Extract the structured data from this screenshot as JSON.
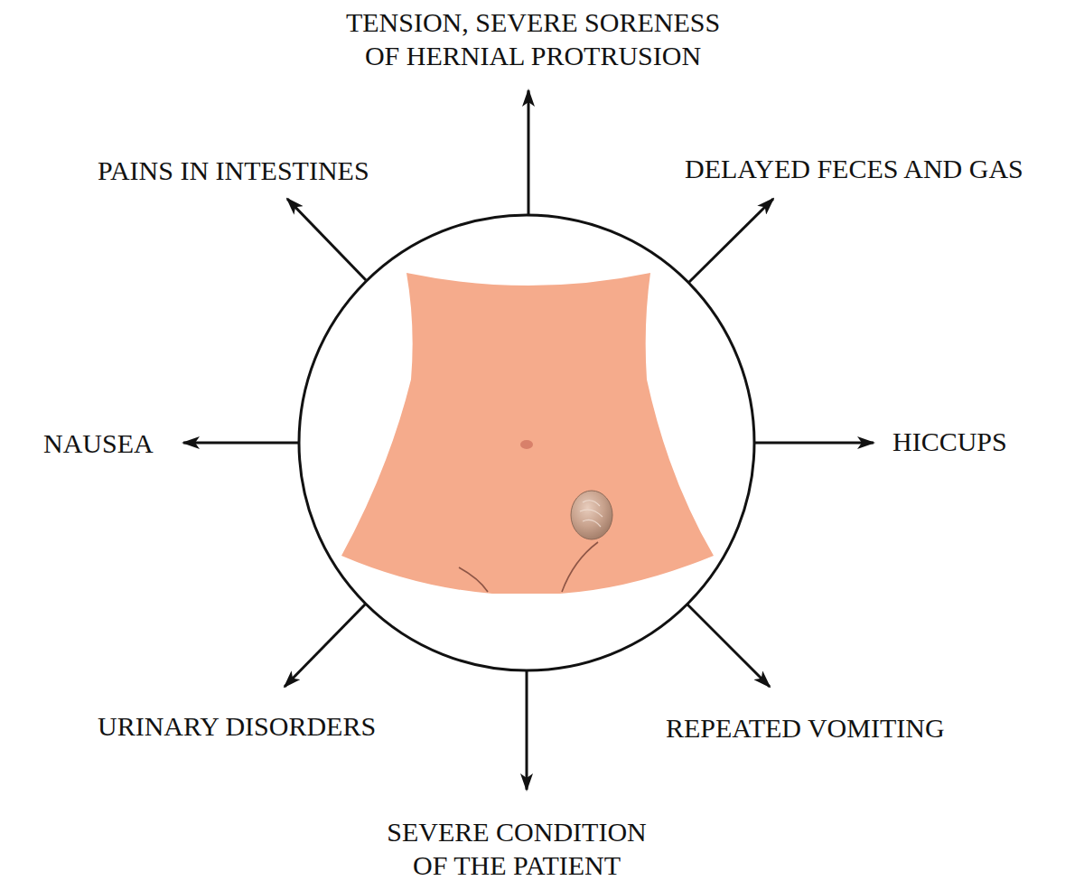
{
  "diagram": {
    "labels": [
      "TENSION, SEVERE SORENESS OF HERNIAL PROTRUSION",
      "PAINS IN INTESTINES",
      "DELAYED FECES AND GAS",
      "NAUSEA",
      "HICCUPS",
      "URINARY DISORDERS",
      "REPEATED VOMITING",
      "SEVERE CONDITION OF THE PATIENT"
    ]
  }
}
